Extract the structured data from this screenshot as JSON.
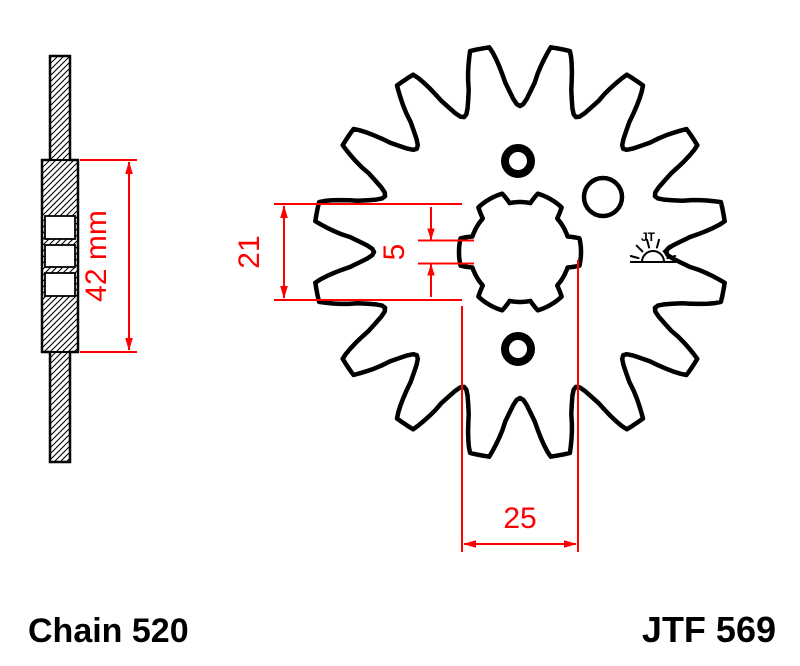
{
  "footer": {
    "chain_label": "Chain 520",
    "part_number": "JTF 569"
  },
  "dimensions": {
    "hub_width": "42 mm",
    "spline_inner_diameter": "21",
    "spline_depth": "5",
    "bore_diameter": "25"
  },
  "sprocket": {
    "teeth": 16,
    "spline_notches": 6,
    "small_holes": 2,
    "large_holes": 1
  },
  "logo": {
    "text": "JT",
    "icon": "jt-sun-logo"
  },
  "colors": {
    "dimension_red": "#FF0000",
    "outline_black": "#000000",
    "background": "#FFFFFF"
  }
}
